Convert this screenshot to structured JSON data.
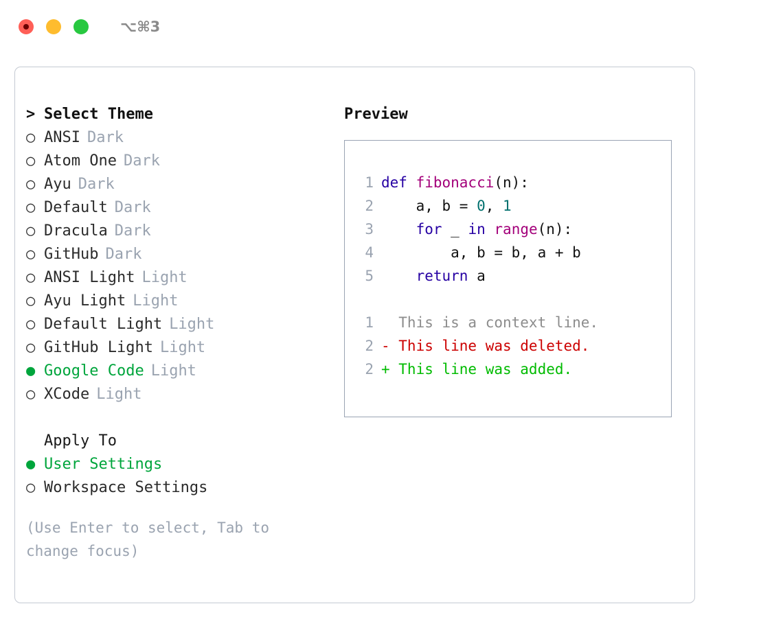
{
  "titlebar": {
    "shortcut": "⌥⌘3",
    "buttons": [
      {
        "name": "close",
        "color": "#ff5f57"
      },
      {
        "name": "minimize",
        "color": "#febc2e"
      },
      {
        "name": "maximize",
        "color": "#28c840"
      }
    ]
  },
  "theme_picker": {
    "prompt": ">",
    "title": "Select Theme",
    "unselected_marker": "○",
    "selected_marker": "●",
    "items": [
      {
        "label": "ANSI",
        "tag": "Dark",
        "selected": false
      },
      {
        "label": "Atom One",
        "tag": "Dark",
        "selected": false
      },
      {
        "label": "Ayu",
        "tag": "Dark",
        "selected": false
      },
      {
        "label": "Default",
        "tag": "Dark",
        "selected": false
      },
      {
        "label": "Dracula",
        "tag": "Dark",
        "selected": false
      },
      {
        "label": "GitHub",
        "tag": "Dark",
        "selected": false
      },
      {
        "label": "ANSI Light",
        "tag": "Light",
        "selected": false
      },
      {
        "label": "Ayu Light",
        "tag": "Light",
        "selected": false
      },
      {
        "label": "Default Light",
        "tag": "Light",
        "selected": false
      },
      {
        "label": "GitHub Light",
        "tag": "Light",
        "selected": false
      },
      {
        "label": "Google Code",
        "tag": "Light",
        "selected": true
      },
      {
        "label": "XCode",
        "tag": "Light",
        "selected": false
      }
    ]
  },
  "apply_to": {
    "title": "Apply To",
    "items": [
      {
        "label": "User Settings",
        "selected": true
      },
      {
        "label": "Workspace Settings",
        "selected": false
      }
    ]
  },
  "hint": "(Use Enter to select, Tab to\nchange focus)",
  "preview": {
    "title": "Preview",
    "code_lines": [
      {
        "no": "1",
        "tokens": [
          {
            "t": "def ",
            "c": "kw"
          },
          {
            "t": "fibonacci",
            "c": "fn"
          },
          {
            "t": "(n):",
            "c": "txt"
          }
        ]
      },
      {
        "no": "2",
        "tokens": [
          {
            "t": "    a, b = ",
            "c": "txt"
          },
          {
            "t": "0",
            "c": "num"
          },
          {
            "t": ", ",
            "c": "txt"
          },
          {
            "t": "1",
            "c": "num"
          }
        ]
      },
      {
        "no": "3",
        "tokens": [
          {
            "t": "    ",
            "c": "txt"
          },
          {
            "t": "for",
            "c": "kw"
          },
          {
            "t": " _ ",
            "c": "txt"
          },
          {
            "t": "in",
            "c": "kw"
          },
          {
            "t": " ",
            "c": "txt"
          },
          {
            "t": "range",
            "c": "fn"
          },
          {
            "t": "(n):",
            "c": "txt"
          }
        ]
      },
      {
        "no": "4",
        "tokens": [
          {
            "t": "        a, b = b, a + b",
            "c": "txt"
          }
        ]
      },
      {
        "no": "5",
        "tokens": [
          {
            "t": "    ",
            "c": "txt"
          },
          {
            "t": "return",
            "c": "kw"
          },
          {
            "t": " a",
            "c": "txt"
          }
        ]
      }
    ],
    "diff_lines": [
      {
        "no": "1",
        "tokens": [
          {
            "t": "  This is a context line.",
            "c": "ctx"
          }
        ]
      },
      {
        "no": "2",
        "tokens": [
          {
            "t": "- This line was deleted.",
            "c": "del"
          }
        ]
      },
      {
        "no": "2",
        "tokens": [
          {
            "t": "+ This line was added.",
            "c": "add"
          }
        ]
      }
    ]
  },
  "colors": {
    "accent_green": "#00a53c",
    "tag_gray": "#9aa3b0",
    "panel_border": "#c4c9d2",
    "preview_border": "#99a3b3",
    "keyword": "#2600a3",
    "function": "#a3007a",
    "number": "#00706e",
    "diff_deleted": "#cc0000",
    "diff_added": "#00bb00",
    "diff_context": "#8c8c8c"
  }
}
